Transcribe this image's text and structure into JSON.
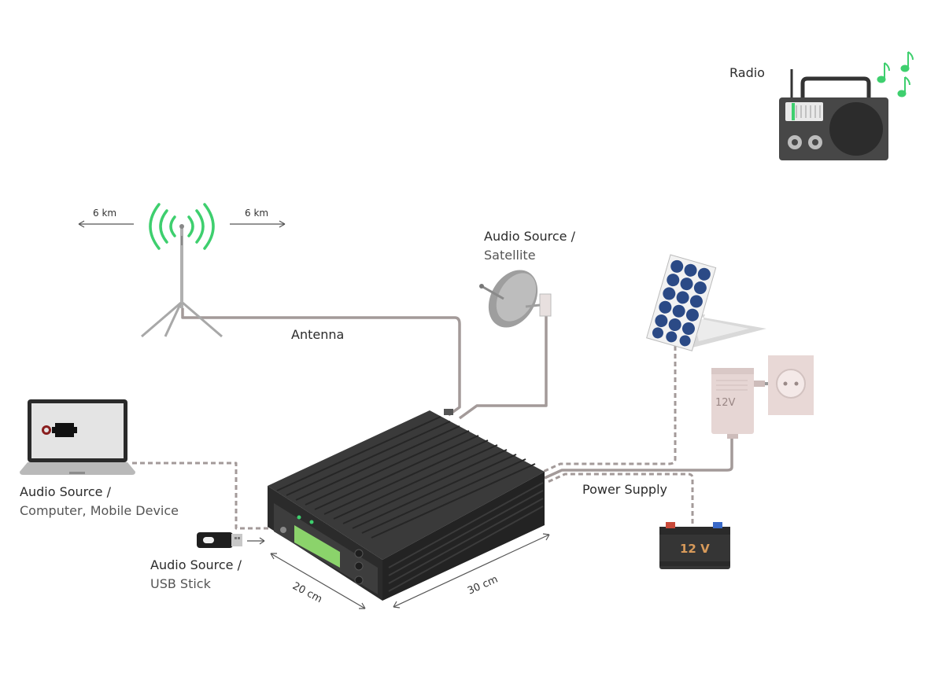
{
  "labels": {
    "radio": "Radio",
    "antenna": "Antenna",
    "range_left": "6 km",
    "range_right": "6 km",
    "satellite_title": "Audio Source /",
    "satellite_sub": "Satellite",
    "computer_title": "Audio Source /",
    "computer_sub": "Computer, Mobile Device",
    "usb_title": "Audio Source /",
    "usb_sub": "USB Stick",
    "power_supply": "Power Supply",
    "depth": "20 cm",
    "width": "30 cm",
    "adapter_voltage": "12V",
    "battery_voltage": "12 V"
  },
  "colors": {
    "signal_green": "#3ecf6e",
    "cable": "#a39a99",
    "device_body": "#2f2f2f",
    "lcd": "#8bd36b",
    "solar_cell": "#2b4a86",
    "adapter": "#e6d6d4"
  },
  "icons": [
    "radio-icon",
    "antenna-tower-icon",
    "satellite-dish-icon",
    "laptop-icon",
    "usb-stick-icon",
    "solar-panel-icon",
    "power-adapter-icon",
    "wall-socket-icon",
    "battery-icon",
    "transmitter-device-icon",
    "music-note-icon"
  ]
}
